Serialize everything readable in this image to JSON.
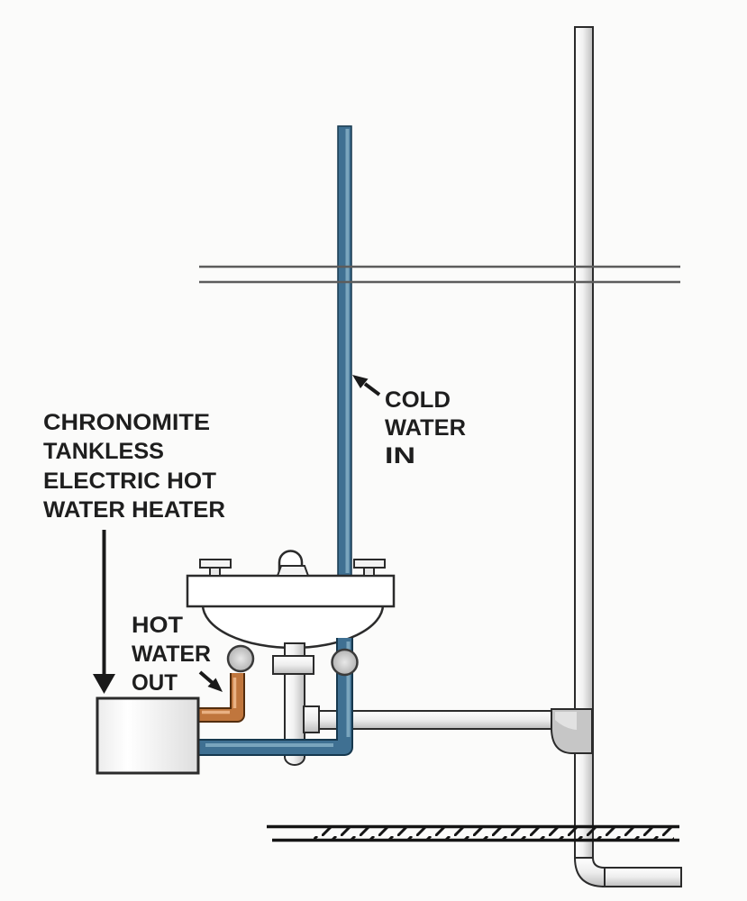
{
  "figure": {
    "type": "plumbing-installation-diagram",
    "labels": {
      "heater": {
        "lines": [
          "CHRONOMITE",
          "TANKLESS",
          "ELECTRIC HOT",
          "WATER HEATER"
        ]
      },
      "cold_water": {
        "lines": [
          "COLD",
          "WATER",
          "IN"
        ]
      },
      "hot_water": {
        "lines": [
          "HOT",
          "WATER",
          "OUT"
        ]
      }
    },
    "colors": {
      "background": "#fbfbfa",
      "cold-pipe": "#3f7092",
      "cold-outline": "#16384e",
      "cold-highlight": "#7aa5bd",
      "hot-pipe": "#c0763d",
      "hot-outline": "#532d0d",
      "hot-highlight": "#e9b183",
      "pipe-outline": "#2b2b2b",
      "wall-line": "#5c5c5c",
      "floor-line": "#151515",
      "label-text": "#1e1e1e",
      "arrow": "#1a1a1a"
    }
  }
}
